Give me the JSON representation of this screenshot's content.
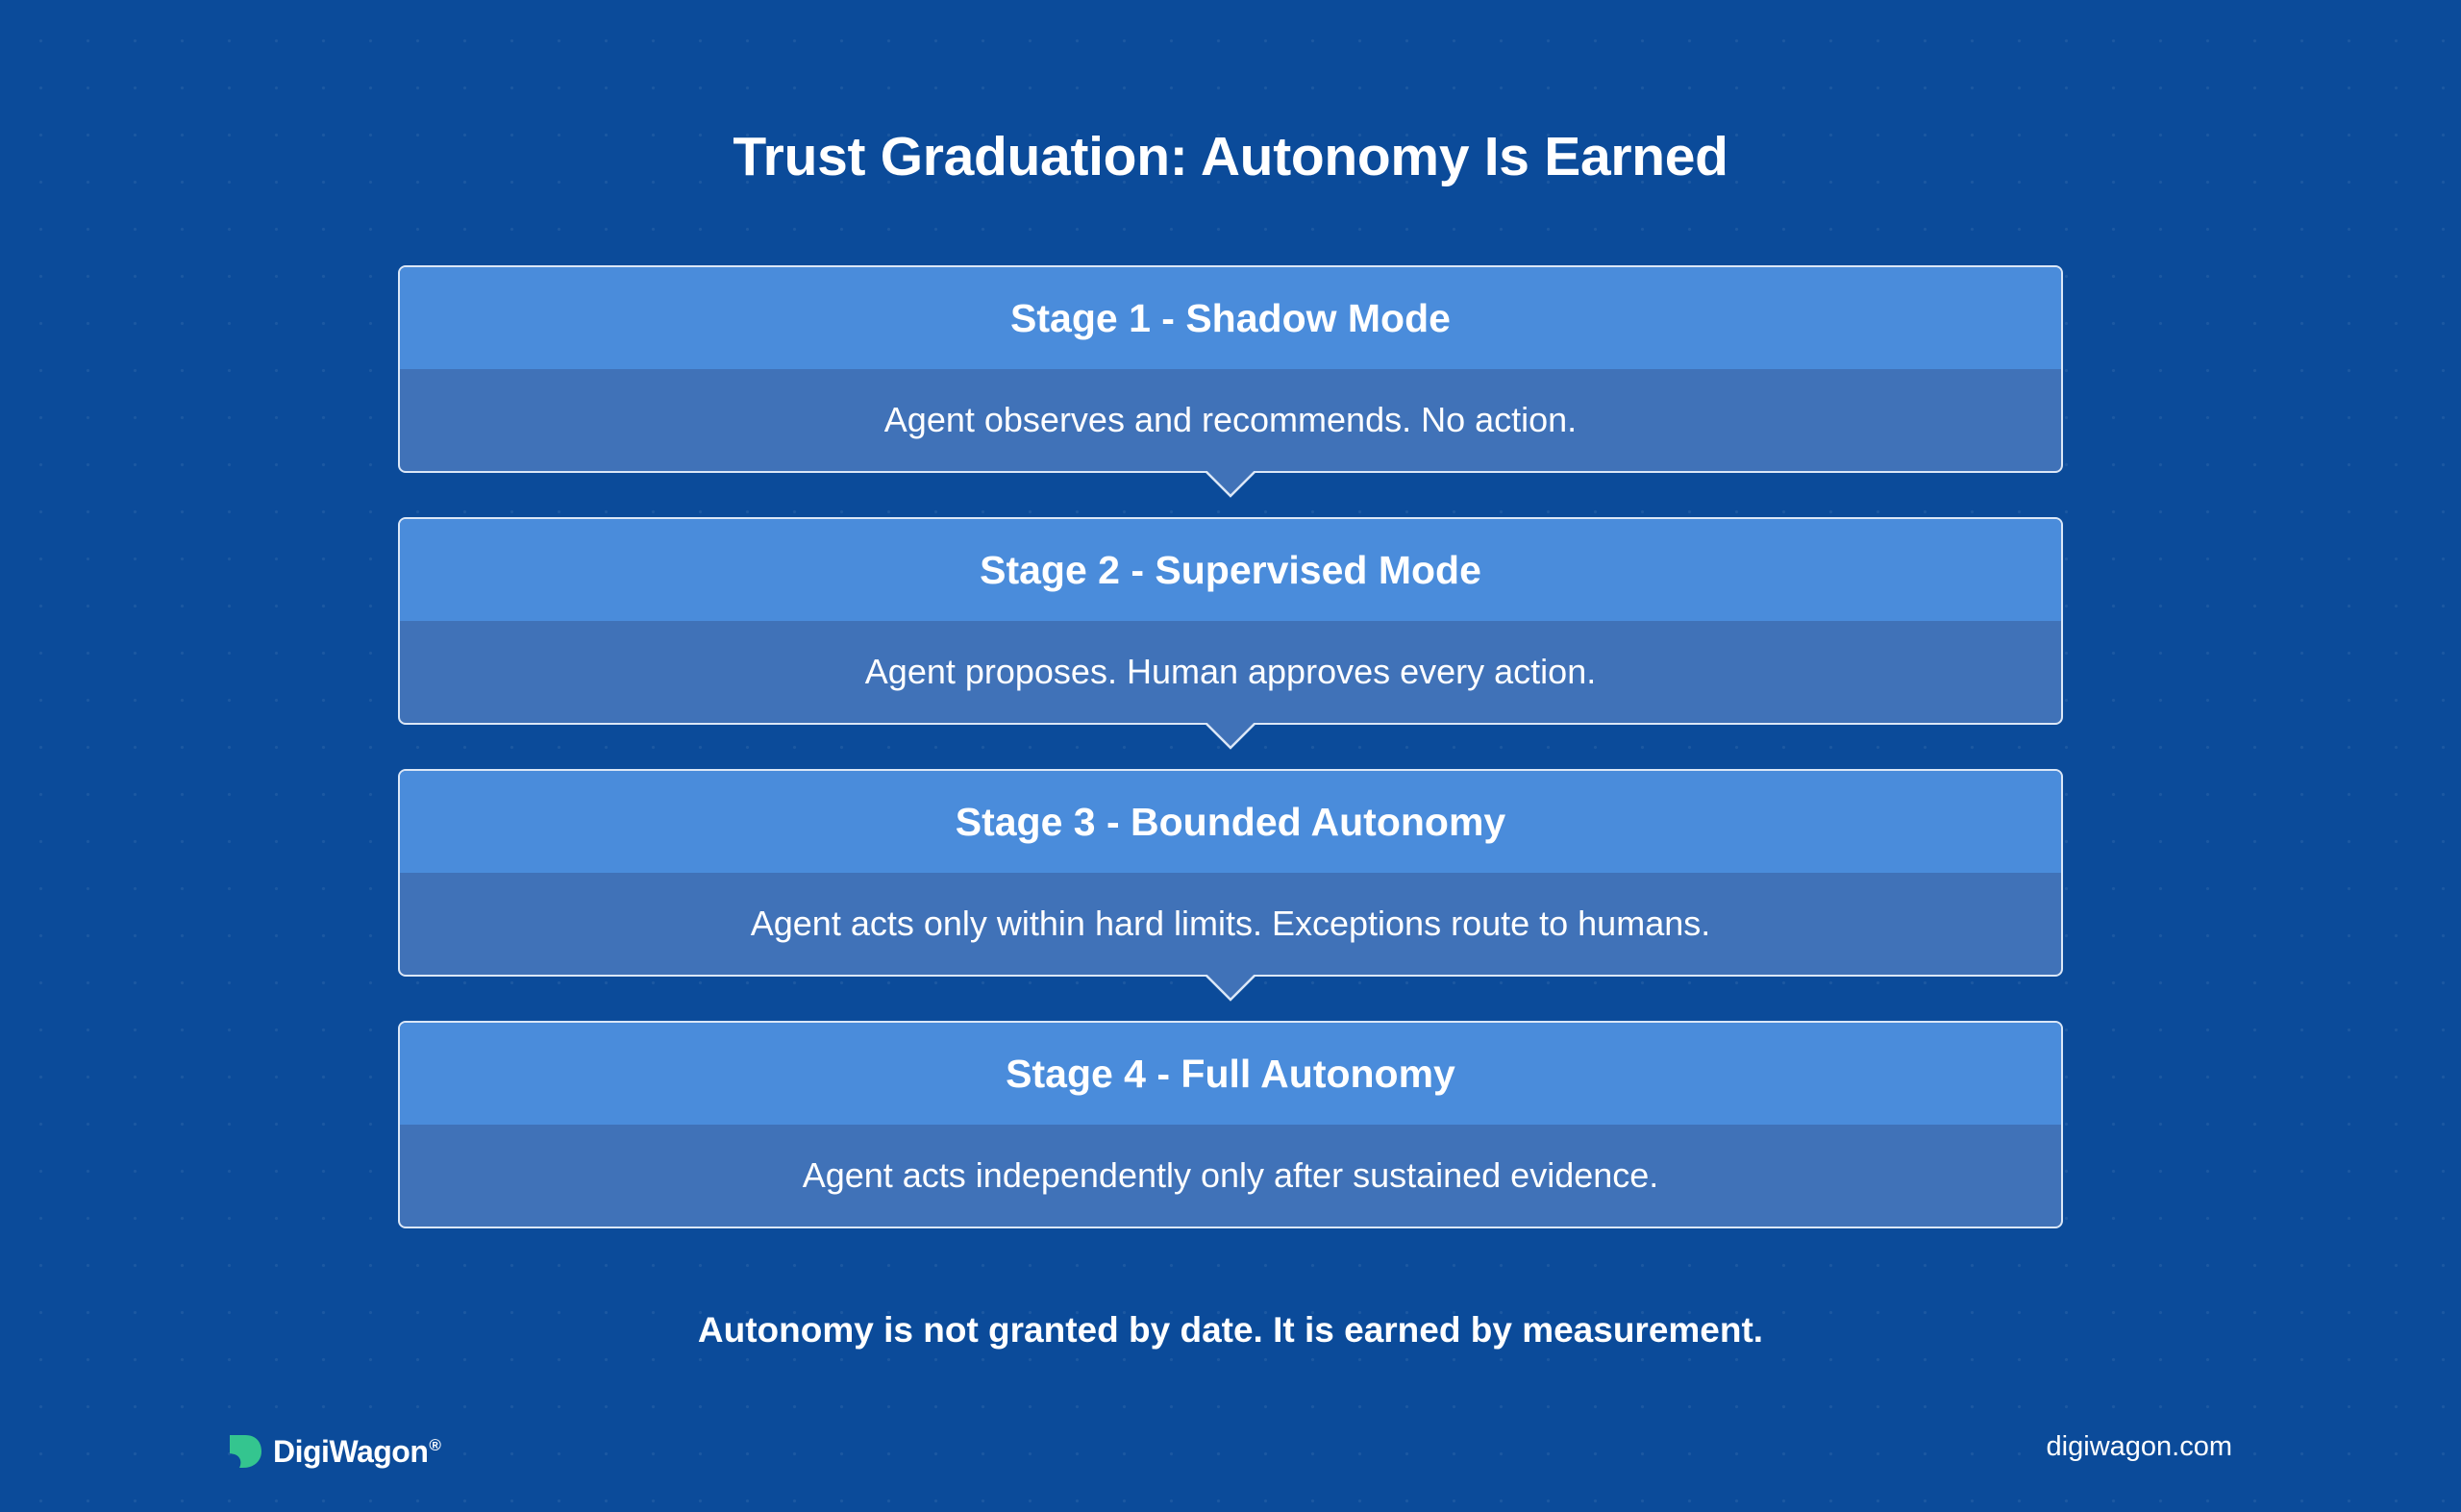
{
  "title": "Trust Graduation: Autonomy Is Earned",
  "stages": [
    {
      "title": "Stage 1 - Shadow Mode",
      "description": "Agent observes and recommends. No action."
    },
    {
      "title": "Stage 2 - Supervised Mode",
      "description": "Agent proposes. Human approves every action."
    },
    {
      "title": "Stage 3 - Bounded Autonomy",
      "description": "Agent acts only within hard limits. Exceptions route to humans."
    },
    {
      "title": "Stage 4 - Full Autonomy",
      "description": "Agent acts independently only after sustained evidence."
    }
  ],
  "tagline": "Autonomy is not granted by date. It is earned by measurement.",
  "footer": {
    "brand": "DigiWagon",
    "brand_mark": "®",
    "url": "digiwagon.com"
  },
  "colors": {
    "background": "#0b4b9a",
    "stage_header": "#4a8cdb",
    "stage_body": "#4072b8",
    "stage_border": "#dbe7f7",
    "logo_mark": "#34c58f"
  },
  "icons": {
    "logo": "digiwagon-leaf-icon",
    "connector": "chevron-down-icon"
  }
}
